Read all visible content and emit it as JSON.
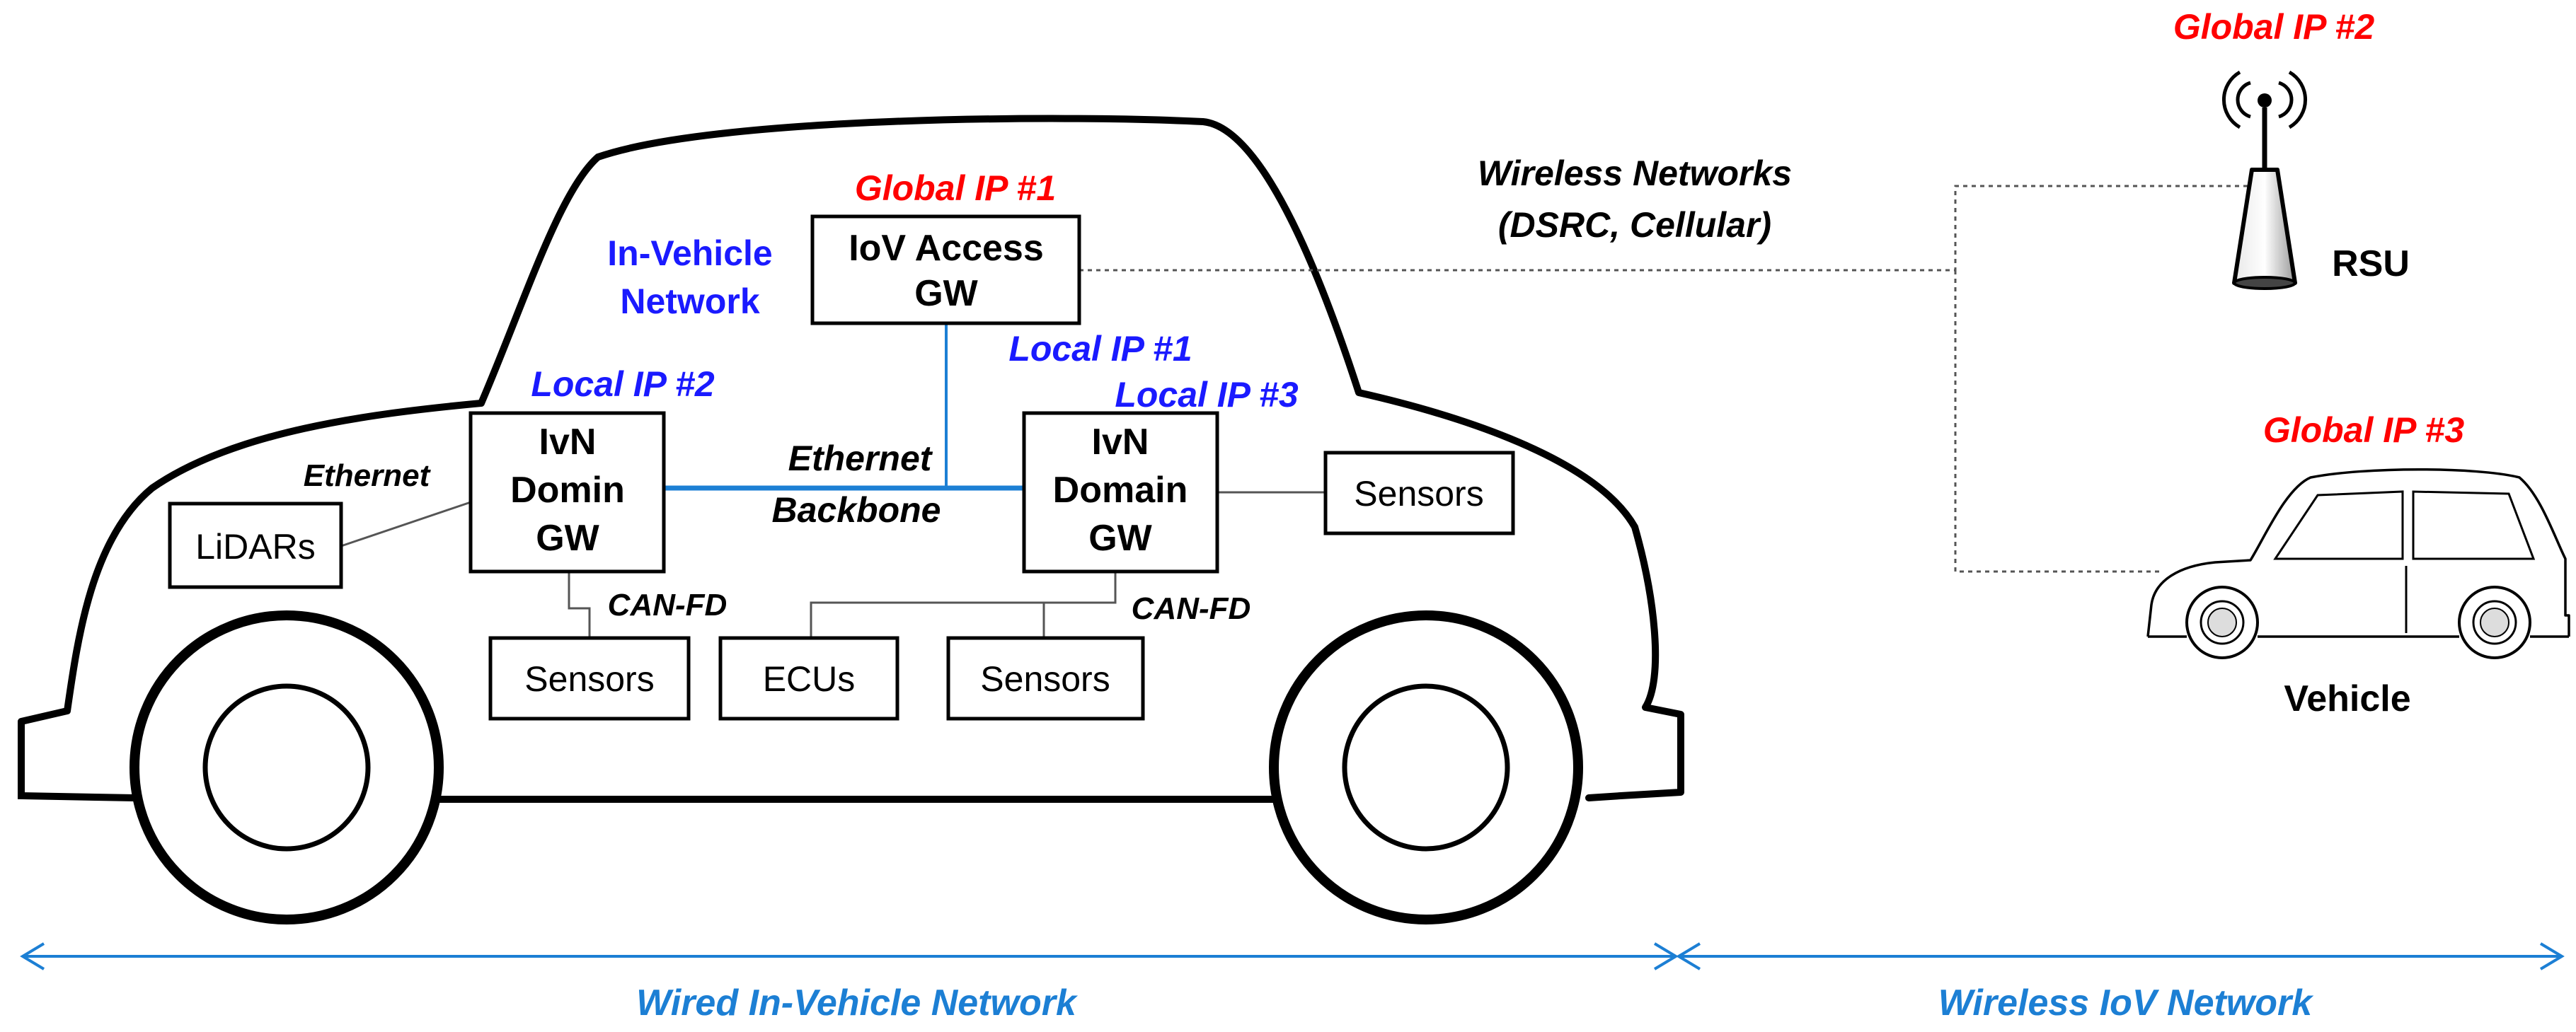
{
  "colors": {
    "global_ip": "#ff0000",
    "local_ip": "#1a1aff",
    "in_vehicle_network": "#1a1aff",
    "backbone_line": "#1c7fd4",
    "bottom_arrow": "#1c7fd4",
    "bottom_label": "#1c7fd4",
    "outline": "#000000",
    "thin_link": "#555555",
    "dotted_link": "#555555"
  },
  "labels": {
    "global_ip_1": "Global IP #1",
    "global_ip_2": "Global IP #2",
    "global_ip_3": "Global IP #3",
    "local_ip_1": "Local IP #1",
    "local_ip_2": "Local IP #2",
    "local_ip_3": "Local IP #3",
    "in_vehicle_network_line1": "In-Vehicle",
    "in_vehicle_network_line2": "Network",
    "wireless_networks_line1": "Wireless Networks",
    "wireless_networks_line2": "(DSRC, Cellular)",
    "ethernet": "Ethernet",
    "ethernet_backbone_line1": "Ethernet",
    "ethernet_backbone_line2": "Backbone",
    "can_fd_left": "CAN-FD",
    "can_fd_right": "CAN-FD",
    "rsu": "RSU",
    "vehicle": "Vehicle",
    "wired_in_vehicle_network": "Wired In-Vehicle Network",
    "wireless_iov_network": "Wireless IoV Network"
  },
  "boxes": {
    "iov_access_gw": {
      "line1": "IoV Access",
      "line2": "GW"
    },
    "ivn_domin_gw": {
      "line1": "IvN",
      "line2": "Domin",
      "line3": "GW"
    },
    "ivn_domain_gw": {
      "line1": "IvN",
      "line2": "Domain",
      "line3": "GW"
    },
    "lidars": "LiDARs",
    "sensors_right": "Sensors",
    "sensors_bottom_left": "Sensors",
    "ecus": "ECUs",
    "sensors_bottom_right": "Sensors"
  }
}
